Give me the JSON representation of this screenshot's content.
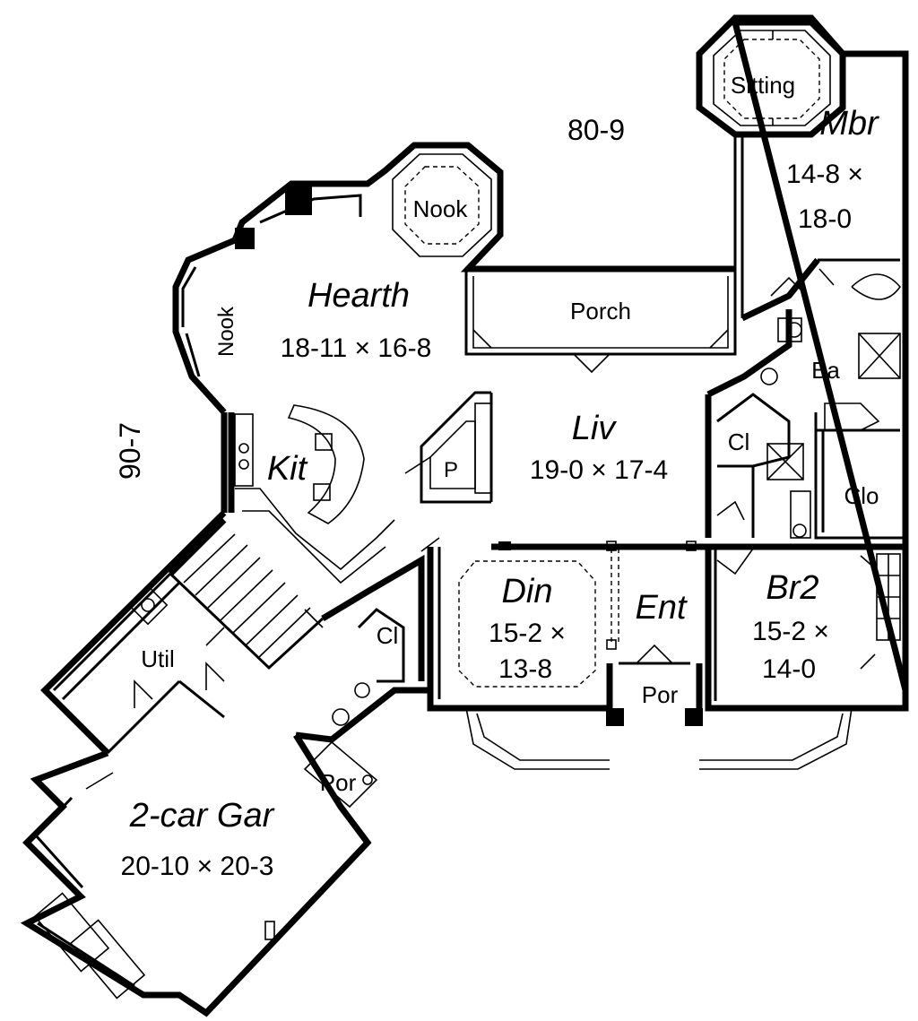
{
  "dimensions": {
    "width_label": "80-9",
    "depth_label": "90-7"
  },
  "rooms": {
    "sitting": {
      "name": "Sitting"
    },
    "mbr": {
      "name": "Mbr",
      "size_line1": "14-8 ×",
      "size_line2": "18-0"
    },
    "nook_top": {
      "name": "Nook"
    },
    "nook_side": {
      "name": "Nook"
    },
    "hearth": {
      "name": "Hearth",
      "size": "18-11 × 16-8"
    },
    "porch": {
      "name": "Porch"
    },
    "bath": {
      "name": "Ba"
    },
    "closet_bath": {
      "name": "Cl"
    },
    "closet_large": {
      "name": "Clo"
    },
    "kitchen": {
      "name": "Kit"
    },
    "pantry": {
      "name": "P"
    },
    "living": {
      "name": "Liv",
      "size": "19-0 × 17-4"
    },
    "dining": {
      "name": "Din",
      "size_line1": "15-2 ×",
      "size_line2": "13-8"
    },
    "entry": {
      "name": "Ent"
    },
    "entry_porch": {
      "name": "Por"
    },
    "bedroom2": {
      "name": "Br2",
      "size_line1": "15-2 ×",
      "size_line2": "14-0"
    },
    "closet_hall": {
      "name": "Cl"
    },
    "utility": {
      "name": "Util"
    },
    "garage_porch": {
      "name": "Por"
    },
    "garage": {
      "name": "2-car Gar",
      "size": "20-10 × 20-3"
    }
  }
}
